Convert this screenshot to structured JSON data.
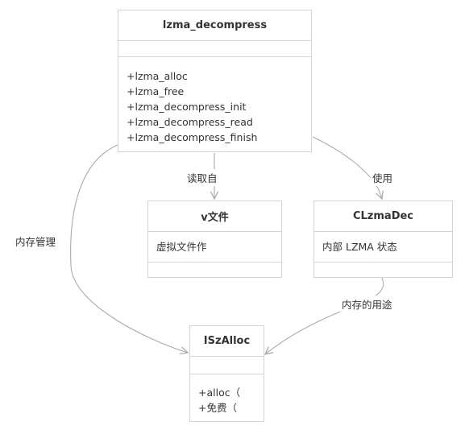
{
  "classes": {
    "lzma_decompress": {
      "name": "lzma_decompress",
      "attributes": [],
      "methods": [
        "+lzma_alloc",
        "+lzma_free",
        "+lzma_decompress_init",
        "+lzma_decompress_read",
        "+lzma_decompress_finish"
      ]
    },
    "vfile": {
      "name": "v文件",
      "attributes": [
        "虚拟文件作"
      ],
      "methods": []
    },
    "clzmadec": {
      "name": "CLzmaDec",
      "attributes": [
        "内部 LZMA 状态"
      ],
      "methods": []
    },
    "iszalloc": {
      "name": "ISzAlloc",
      "attributes": [],
      "methods": [
        "+alloc（",
        "+免费（"
      ]
    }
  },
  "relations": {
    "reads_from": "读取自",
    "uses": "使用",
    "memory_management": "内存管理",
    "memory_purpose": "内存的用途"
  },
  "colors": {
    "border": "#d4d4d4",
    "edge": "#aaaaaa",
    "text": "#333333"
  }
}
